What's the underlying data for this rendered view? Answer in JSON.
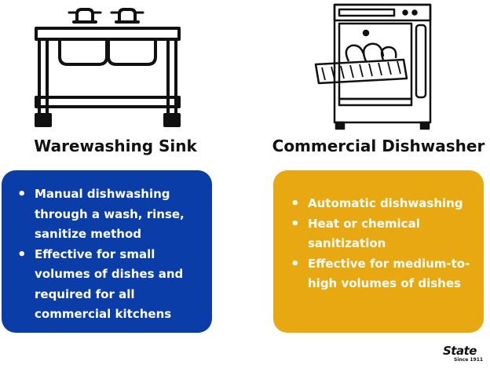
{
  "left": {
    "title": "Warewashing Sink",
    "bullets": [
      "Manual dishwashing through a wash, rinse, sanitize method",
      "Effective for small volumes of dishes and required for all commercial kitchens"
    ]
  },
  "right": {
    "title": "Commercial Dishwasher",
    "bullets": [
      "Automatic dishwashing",
      "Heat or chemical sanitization",
      "Effective for medium-to-high volumes of dishes"
    ]
  },
  "logo": {
    "word": "State",
    "tagline": "Since 1911"
  },
  "colors": {
    "left_card": "#0a3da8",
    "right_card": "#e8a812",
    "text_on_card": "#ffffff",
    "title_text": "#111111"
  },
  "icons": {
    "left": "warewashing-sink-icon",
    "right": "commercial-dishwasher-icon"
  }
}
